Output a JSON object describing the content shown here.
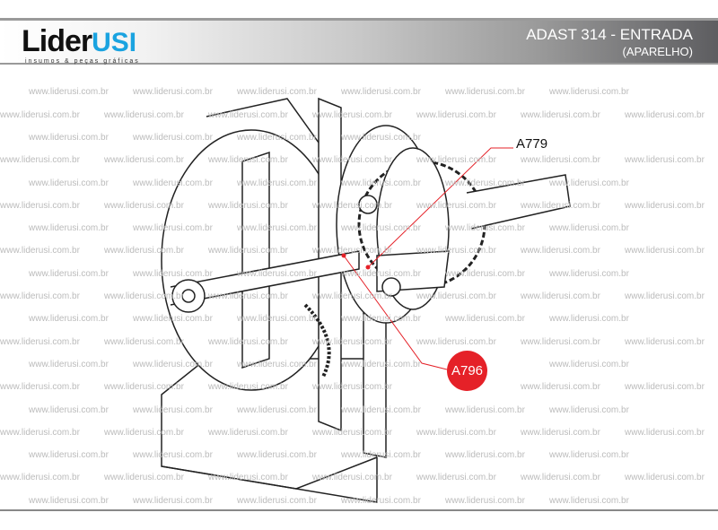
{
  "header": {
    "logo_main": "Lider",
    "logo_accent": "USI",
    "logo_tagline": "insumos & peças gráficas",
    "title": "ADAST 314 - ENTRADA",
    "subtitle": "(APARELHO)"
  },
  "watermark": "www.liderusi.com.br",
  "callouts": {
    "a779": "A779",
    "a796": "A796"
  },
  "colors": {
    "accent": "#e52128",
    "brand": "#1aa3e0"
  }
}
